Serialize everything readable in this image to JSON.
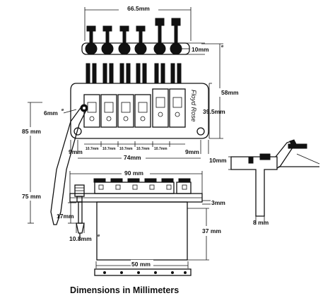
{
  "caption": "Dimensions in Millimeters",
  "brand": "Floyd Rose",
  "top_view": {
    "width_label": "66.5mm",
    "knob_label": "10mm",
    "length_label": "58mm",
    "height_label": "39.5mm",
    "screw_label": "6mm",
    "arm_label": "85 mm",
    "left_margin_label": "9mm",
    "right_margin_label": "9mm",
    "center_label": "74mm",
    "saddle_spacing_labels": [
      "10.7mm",
      "10.7mm",
      "10.7mm",
      "10.7mm",
      "10.7mm"
    ]
  },
  "front_view": {
    "width_label": "90 mm",
    "arm_label": "75 mm",
    "plate_label": "3mm",
    "collar_label": "17mm",
    "block_label": "37 mm",
    "base_label": "10.8mm",
    "bottom_label": "50 mm"
  },
  "side_view": {
    "top_label": "10mm",
    "bottom_label": "8 mm"
  }
}
